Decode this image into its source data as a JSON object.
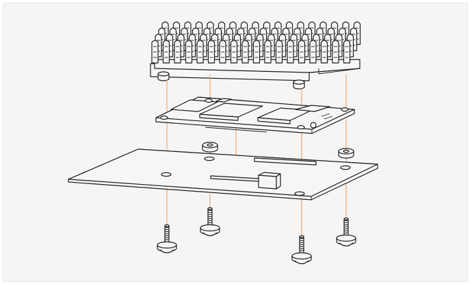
{
  "figure": {
    "kind": "exploded-assembly-line-drawing",
    "parts": [
      "heatsink",
      "compute-module",
      "standoff",
      "carrier-board",
      "screw"
    ],
    "colors": {
      "background": "#f5f5f5",
      "line": "#1a1a1a",
      "guide": "#e8a367",
      "fill": "#f6f6f6"
    }
  }
}
